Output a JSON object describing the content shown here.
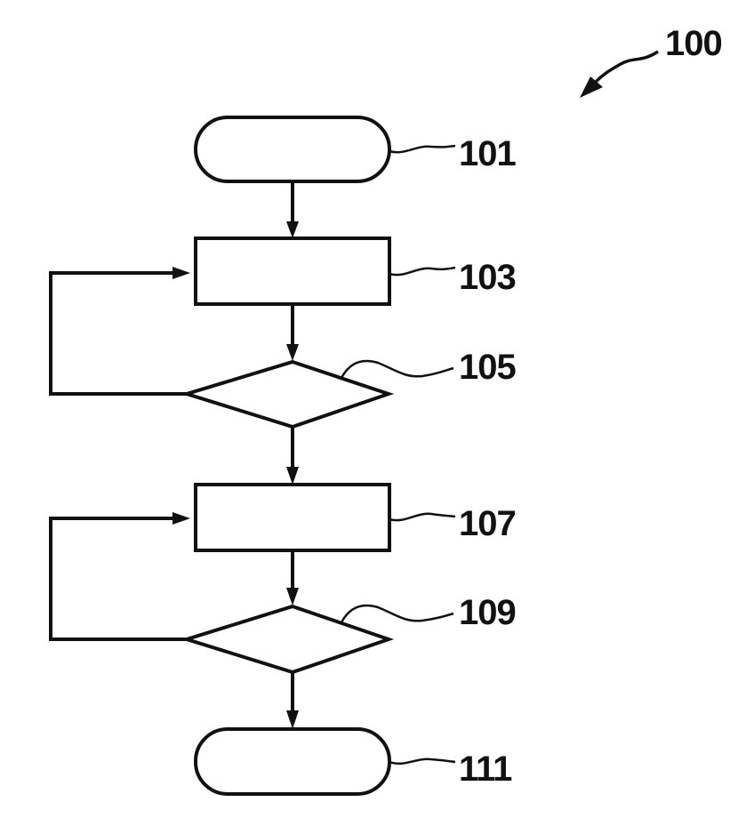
{
  "figure": {
    "reference": "100",
    "nodes": [
      {
        "id": "101",
        "type": "terminal",
        "label": "101",
        "text": ""
      },
      {
        "id": "103",
        "type": "process",
        "label": "103",
        "text": ""
      },
      {
        "id": "105",
        "type": "decision",
        "label": "105",
        "text": ""
      },
      {
        "id": "107",
        "type": "process",
        "label": "107",
        "text": ""
      },
      {
        "id": "109",
        "type": "decision",
        "label": "109",
        "text": ""
      },
      {
        "id": "111",
        "type": "terminal",
        "label": "111",
        "text": ""
      }
    ],
    "edges": [
      {
        "from": "101",
        "to": "103"
      },
      {
        "from": "103",
        "to": "105"
      },
      {
        "from": "105",
        "to": "103",
        "kind": "loop-back"
      },
      {
        "from": "105",
        "to": "107"
      },
      {
        "from": "107",
        "to": "109"
      },
      {
        "from": "109",
        "to": "107",
        "kind": "loop-back"
      },
      {
        "from": "109",
        "to": "111"
      }
    ],
    "colors": {
      "ink": "#111111",
      "background": "#ffffff"
    }
  }
}
